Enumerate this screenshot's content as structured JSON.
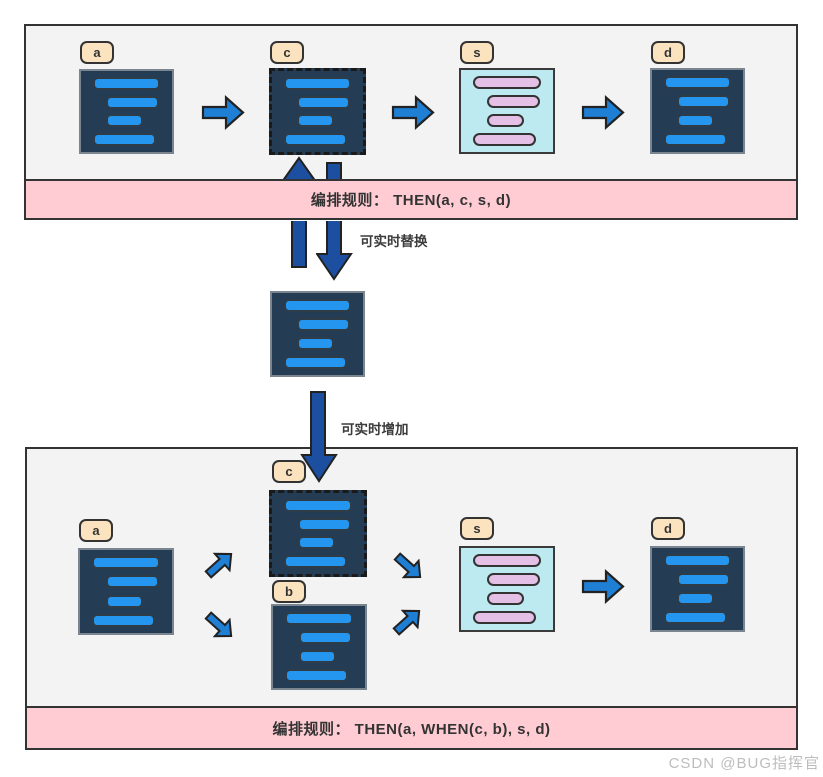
{
  "page": {
    "watermark": "CSDN @BUG指挥官",
    "background": "#ffffff"
  },
  "colors": {
    "panel_bg": "#f3f3f3",
    "panel_border": "#333333",
    "rule_banner_bg": "#ffccd3",
    "task_node_bg": "#243d55",
    "task_bar_blue": "#2596f0",
    "service_node_bg": "#bde9f0",
    "service_bar_pink": "#e4c0e6",
    "label_tag_bg": "#fce3c0",
    "flow_arrow_blue": "#1f7fd4",
    "exchange_arrow_blue": "#1c4fa0"
  },
  "top_flow": {
    "rule_label": "编排规则： THEN(a, c, s, d)",
    "node_a": "a",
    "node_c": "c",
    "node_s": "s",
    "node_d": "d"
  },
  "bottom_flow": {
    "rule_label": "编排规则： THEN(a, WHEN(c, b), s, d)",
    "node_a": "a",
    "node_c": "c",
    "node_b": "b",
    "node_s": "s",
    "node_d": "d"
  },
  "annotations": {
    "swap_label": "可实时替换",
    "add_label": "可实时增加"
  }
}
